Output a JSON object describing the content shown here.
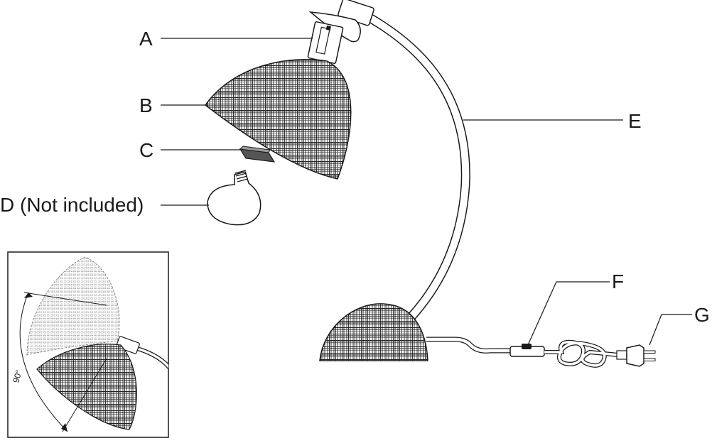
{
  "labels": {
    "a": "A",
    "b": "B",
    "c": "C",
    "d": "D (Not included)",
    "e": "E",
    "f": "F",
    "g": "G"
  },
  "inset": {
    "angle": "90°"
  },
  "colors": {
    "line": "#1a1a1a",
    "hatch": "#333333",
    "background": "#ffffff"
  }
}
